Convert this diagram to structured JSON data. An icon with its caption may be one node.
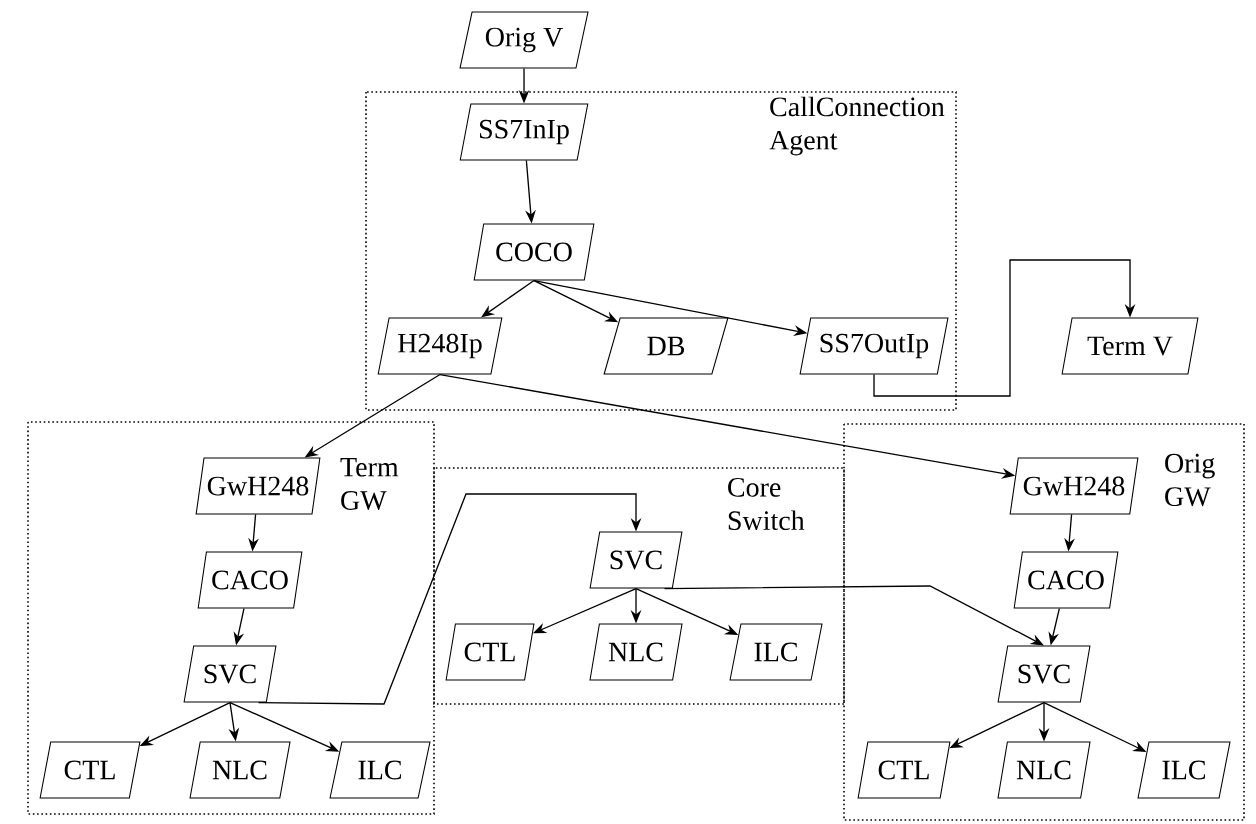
{
  "diagram": {
    "nodes": [
      {
        "text": [
          "Orig V"
        ]
      },
      {
        "text": [
          "CallConnection Agent"
        ]
      },
      {
        "text": [
          "SS7InIp"
        ],
        "in": 1
      },
      {
        "text": [
          "COCO"
        ],
        "in": 1
      },
      {
        "text": [
          "H248Ip"
        ],
        "in": 1
      },
      {
        "text": [
          "DB"
        ],
        "in": 1
      },
      {
        "text": [
          "SS7OutIp"
        ],
        "in": 1
      },
      {
        "text": [
          "Term V"
        ]
      },
      {
        "text": [
          "Term GW"
        ]
      },
      {
        "text": [
          "GwH248"
        ],
        "in": 8
      },
      {
        "text": [
          "CACO"
        ],
        "in": 8
      },
      {
        "text": [
          "SVC"
        ],
        "in": 8
      },
      {
        "text": [
          "CTL"
        ],
        "in": 8
      },
      {
        "text": [
          "NLC"
        ],
        "in": 8
      },
      {
        "text": [
          "ILC"
        ],
        "in": 8
      },
      {
        "text": [
          "Core Switch"
        ]
      },
      {
        "text": [
          "SVC"
        ],
        "in": 15
      },
      {
        "text": [
          "CTL"
        ],
        "in": 15
      },
      {
        "text": [
          "NLC"
        ],
        "in": 15
      },
      {
        "text": [
          "ILC"
        ],
        "in": 15
      },
      {
        "text": [
          "Orig GW"
        ]
      },
      {
        "text": [
          "GwH248"
        ],
        "in": 20
      },
      {
        "text": [
          "CACO"
        ],
        "in": 20
      },
      {
        "text": [
          "SVC"
        ],
        "in": 20
      },
      {
        "text": [
          "CTL"
        ],
        "in": 20
      },
      {
        "text": [
          "NLC"
        ],
        "in": 20
      },
      {
        "text": [
          "ILC"
        ],
        "in": 20
      }
    ],
    "edges": [
      {
        "from": 0,
        "to": 2,
        "arrow": "to"
      },
      {
        "from": 2,
        "to": 3,
        "arrow": "to"
      },
      {
        "from": 3,
        "to": 4,
        "arrow": "to"
      },
      {
        "from": 3,
        "to": 5,
        "arrow": "to"
      },
      {
        "from": 3,
        "to": 6,
        "arrow": "to"
      },
      {
        "from": 6,
        "to": 7,
        "arrow": "to"
      },
      {
        "from": 4,
        "to": 9,
        "arrow": "to"
      },
      {
        "from": 4,
        "to": 21,
        "arrow": "to"
      },
      {
        "from": 9,
        "to": 10,
        "arrow": "to"
      },
      {
        "from": 10,
        "to": 11,
        "arrow": "to"
      },
      {
        "from": 11,
        "to": 12,
        "arrow": "to"
      },
      {
        "from": 11,
        "to": 13,
        "arrow": "to"
      },
      {
        "from": 11,
        "to": 14,
        "arrow": "to"
      },
      {
        "from": 11,
        "to": 16,
        "arrow": "to"
      },
      {
        "from": 16,
        "to": 17,
        "arrow": "to"
      },
      {
        "from": 16,
        "to": 18,
        "arrow": "to"
      },
      {
        "from": 16,
        "to": 19,
        "arrow": "to"
      },
      {
        "from": 16,
        "to": 23,
        "arrow": "to"
      },
      {
        "from": 21,
        "to": 22,
        "arrow": "to"
      },
      {
        "from": 22,
        "to": 23,
        "arrow": "to"
      },
      {
        "from": 23,
        "to": 24,
        "arrow": "to"
      },
      {
        "from": 23,
        "to": 25,
        "arrow": "to"
      },
      {
        "from": 23,
        "to": 26,
        "arrow": "to"
      }
    ]
  }
}
